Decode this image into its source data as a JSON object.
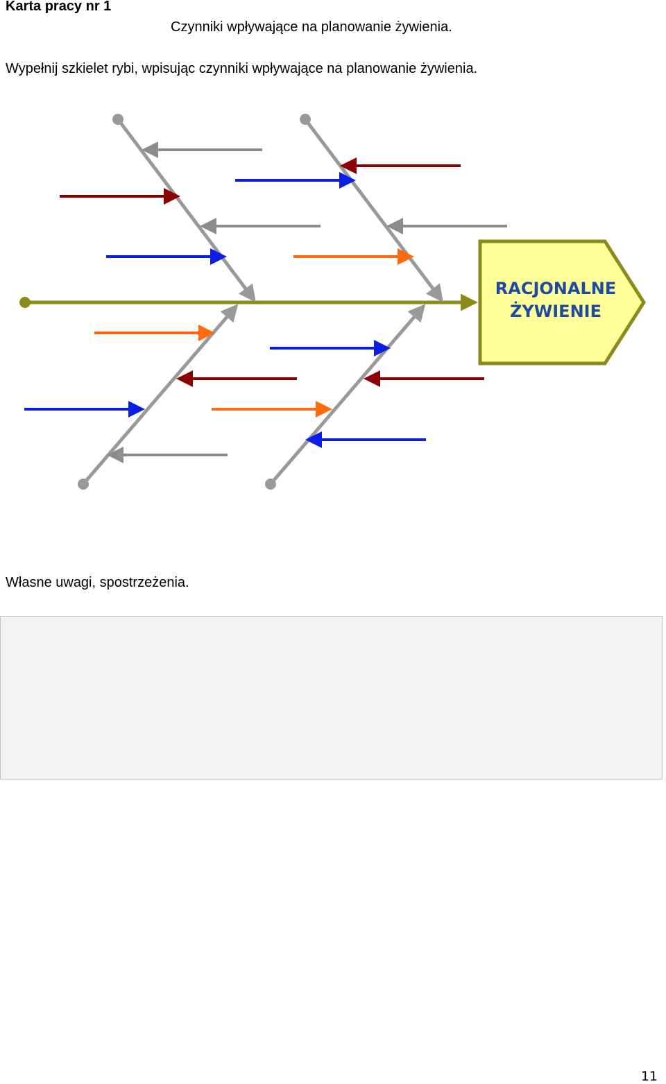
{
  "header": {
    "sheet_title": "Karta pracy nr 1",
    "subtitle": "Czynniki wpływające na planowanie żywienia."
  },
  "instruction": "Wypełnij szkielet rybi, wpisując czynniki wpływające na planowanie żywienia.",
  "diagram": {
    "head_line1": "RACJONALNE",
    "head_line2": "ŻYWIENIE",
    "colors": {
      "spine": "#8b8b1a",
      "head_fill": "#ffff99",
      "head_border": "#8b8b1a",
      "bone": "#999999",
      "dark_red": "#8b0000",
      "blue": "#0a1ee6",
      "orange": "#ff6a10",
      "gray": "#8c8c8c"
    }
  },
  "notes": {
    "label": "Własne uwagi, spostrzeżenia."
  },
  "footer": {
    "page_number": "11"
  }
}
